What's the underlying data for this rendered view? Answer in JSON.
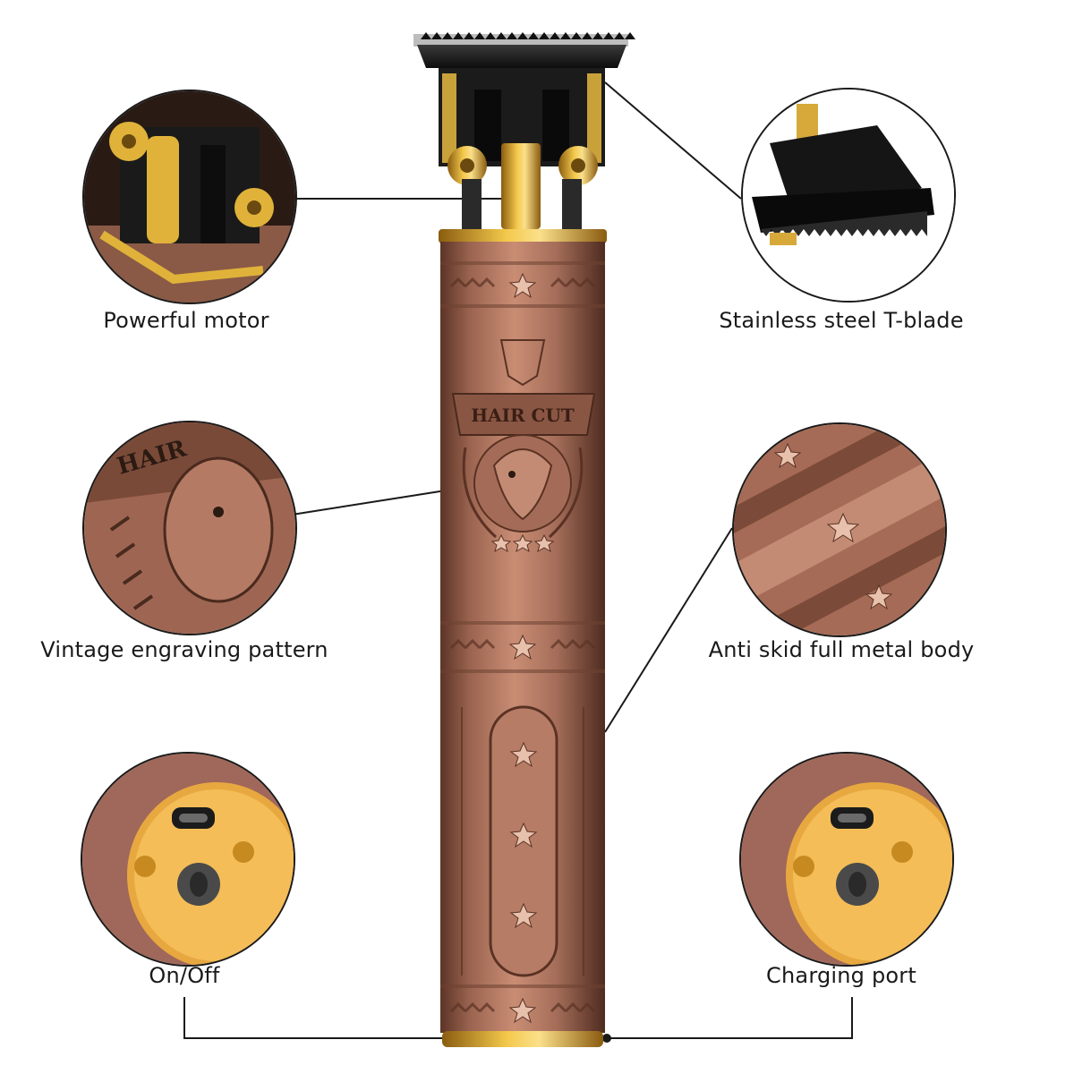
{
  "product": {
    "engraving_text": "HAIR CUT"
  },
  "callouts": {
    "motor": "Powerful motor",
    "blade": "Stainless steel T-blade",
    "engraving": "Vintage engraving pattern",
    "body": "Anti skid full metal body",
    "power": "On/Off",
    "charging": "Charging port"
  },
  "colors": {
    "copper": "#a8705a",
    "copper_dark": "#6e4232",
    "gold": "#d9a520",
    "blade_black": "#141414",
    "line": "#1a1a1a"
  },
  "icons": {
    "star": "star-icon",
    "eagle": "eagle-emblem-icon",
    "usb": "usb-c-port-icon",
    "switch": "power-switch-icon"
  }
}
